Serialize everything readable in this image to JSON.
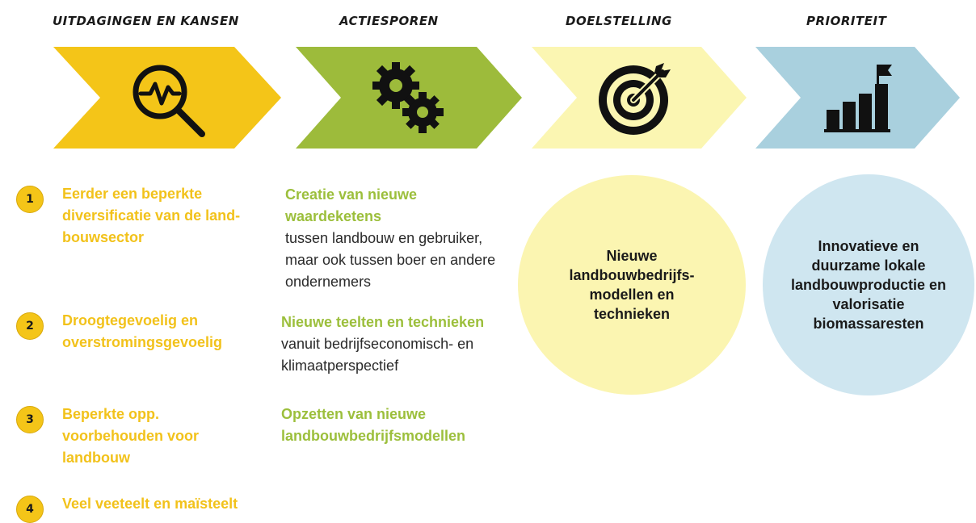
{
  "columns": [
    {
      "heading": "Uitdagingen en kansen",
      "icon": "magnifier-pulse-icon",
      "color": "#f4c518"
    },
    {
      "heading": "Actiesporen",
      "icon": "gears-icon",
      "color": "#9dbb3b"
    },
    {
      "heading": "Doelstelling",
      "icon": "target-arrow-icon",
      "color": "#fbf6b2"
    },
    {
      "heading": "Prioriteit",
      "icon": "bar-chart-flag-icon",
      "color": "#a9d0de"
    }
  ],
  "challenges": [
    {
      "number": "1",
      "text": "Eerder een beperkte diversificatie van de land-bouwsector"
    },
    {
      "number": "2",
      "text": "Droogtegevoelig en overstromingsgevoelig"
    },
    {
      "number": "3",
      "text": "Beperkte opp. voorbehouden voor landbouw"
    },
    {
      "number": "4",
      "text": "Veel veeteelt en maïsteelt"
    }
  ],
  "actions": [
    {
      "title": "Creatie van nieuwe waardeketens",
      "description": "tussen landbouw en gebruiker, maar ook tussen boer en andere ondernemers"
    },
    {
      "title": "Nieuwe teelten en technieken",
      "description": "vanuit bedrijfseconomisch- en klimaatperspectief"
    },
    {
      "title": "Opzetten van nieuwe landbouwbedrijfsmodellen",
      "description": ""
    }
  ],
  "objective": {
    "text": "Nieuwe landbouwbedrijfs-modellen en technieken",
    "color": "#fbf5b1"
  },
  "priority": {
    "text": "Innovatieve en duurzame lokale landbouwproductie en valorisatie biomassaresten",
    "color": "#cfe6f0"
  },
  "colors": {
    "challenge_text": "#f2c21b",
    "action_title": "#9cbf3c",
    "badge": "#f4c518"
  }
}
